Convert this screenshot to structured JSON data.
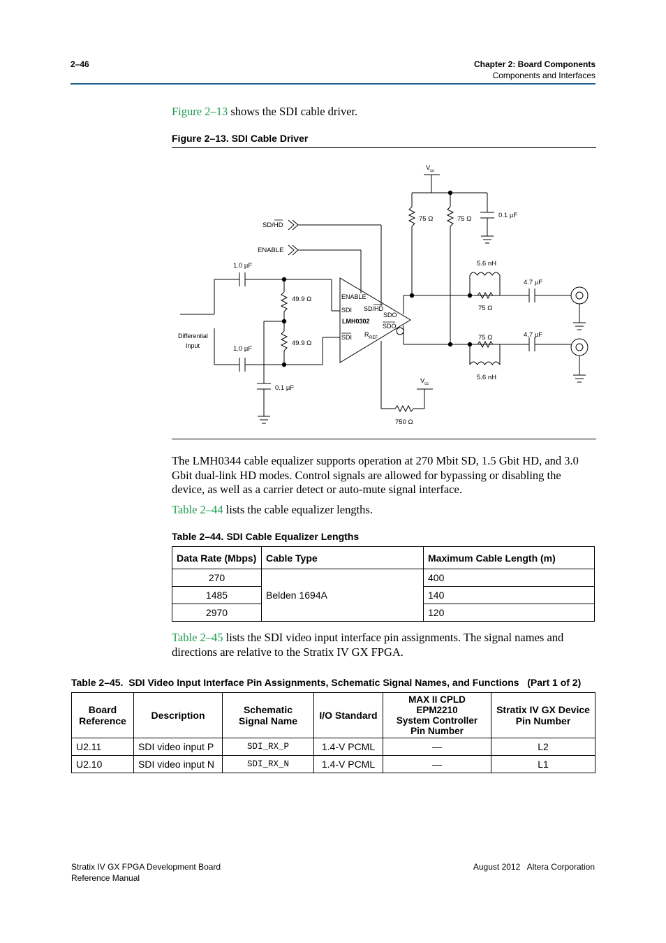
{
  "header": {
    "page_number": "2–46",
    "chapter": "Chapter 2:  Board Components",
    "section": "Components and Interfaces"
  },
  "intro": {
    "link": "Figure 2–13",
    "text": " shows the SDI cable driver."
  },
  "figure": {
    "caption": "Figure 2–13.  SDI Cable Driver",
    "labels": {
      "vcc_top": "V",
      "vcc_top_sub": "cc",
      "r75_a": "75 Ω",
      "r75_b": "75 Ω",
      "c01_top": "0.1 µF",
      "sd_hd": "SD/HD",
      "enable": "ENABLE",
      "c1": "1.0 µF",
      "c2": "1.0 µF",
      "r499_a": "49.9 Ω",
      "r499_b": "49.9 Ω",
      "diff_input_1": "Differential",
      "diff_input_2": "Input",
      "c01_bot": "0.1 µF",
      "chip_enable": "ENABLE",
      "chip_sdi": "SDI",
      "chip_sdhd": "SD/HD",
      "chip_name": "LMH0302",
      "chip_sdi_n": "SDI",
      "chip_rref": "R",
      "chip_rref_sub": "REF",
      "chip_sdo": "SDO",
      "chip_sdo_n": "SDO",
      "l56_a": "5.6 nH",
      "r75_c": "75 Ω",
      "c47_a": "4.7 µF",
      "r75_d": "75 Ω",
      "c47_b": "4.7 µF",
      "l56_b": "5.6 nH",
      "vcc_bot": "V",
      "vcc_bot_sub": "cc",
      "r750": "750 Ω"
    }
  },
  "para1": "The LMH0344 cable equalizer supports operation at 270 Mbit SD, 1.5 Gbit HD, and 3.0 Gbit dual-link HD modes. Control signals are allowed for bypassing or disabling the device, as well as a carrier detect or auto-mute signal interface.",
  "para2": {
    "link": "Table 2–44",
    "text": " lists the cable equalizer lengths."
  },
  "table44": {
    "caption": "Table 2–44.  SDI Cable Equalizer Lengths",
    "headers": [
      "Data Rate (Mbps)",
      "Cable Type",
      "Maximum Cable Length (m)"
    ],
    "cable_type": "Belden 1694A",
    "rows": [
      {
        "rate": "270",
        "length": "400"
      },
      {
        "rate": "1485",
        "length": "140"
      },
      {
        "rate": "2970",
        "length": "120"
      }
    ]
  },
  "para3": {
    "link": "Table 2–45",
    "text": " lists the SDI video input interface pin assignments. The signal names and directions are relative to the Stratix IV GX FPGA."
  },
  "table45": {
    "caption": "Table 2–45.  SDI Video Input Interface Pin Assignments, Schematic Signal Names, and Functions   (Part 1 of 2)",
    "headers": {
      "h1a": "Board",
      "h1b": "Reference",
      "h2": "Description",
      "h3a": "Schematic",
      "h3b": "Signal Name",
      "h4": "I/O Standard",
      "h5a": "MAX II CPLD EPM2210",
      "h5b": "System Controller",
      "h5c": "Pin Number",
      "h6a": "Stratix IV GX Device",
      "h6b": "Pin Number"
    },
    "rows": [
      {
        "ref": "U2.11",
        "desc": "SDI video input P",
        "signal": "SDI_RX_P",
        "io": "1.4-V PCML",
        "cpld": "—",
        "pin": "L2"
      },
      {
        "ref": "U2.10",
        "desc": "SDI video input N",
        "signal": "SDI_RX_N",
        "io": "1.4-V PCML",
        "cpld": "—",
        "pin": "L1"
      }
    ]
  },
  "footer": {
    "left1": "Stratix IV GX FPGA Development Board",
    "left2": "Reference Manual",
    "right": "August 2012   Altera Corporation"
  },
  "colors": {
    "rule": "#1f5f8b",
    "link": "#1a9a4a"
  }
}
